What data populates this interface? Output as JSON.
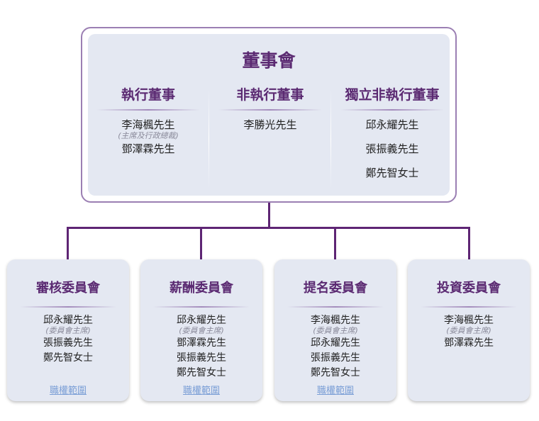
{
  "board": {
    "title": "董事會",
    "columns": [
      {
        "heading": "執行董事",
        "members": [
          {
            "name": "李海楓先生",
            "role": "(主席及行政總裁)"
          },
          {
            "name": "鄧澤霖先生",
            "role": ""
          }
        ]
      },
      {
        "heading": "非執行董事",
        "members": [
          {
            "name": "李勝光先生",
            "role": ""
          }
        ]
      },
      {
        "heading": "獨立非執行董事",
        "members": [
          {
            "name": "邱永耀先生",
            "role": ""
          },
          {
            "name": "張振義先生",
            "role": ""
          },
          {
            "name": "鄭先智女士",
            "role": ""
          }
        ]
      }
    ]
  },
  "committees": [
    {
      "title": "審核委員會",
      "members": [
        {
          "name": "邱永耀先生",
          "role": "(委員會主席)"
        },
        {
          "name": "張振義先生",
          "role": ""
        },
        {
          "name": "鄭先智女士",
          "role": ""
        }
      ],
      "terms_link": "職權範圍"
    },
    {
      "title": "薪酬委員會",
      "members": [
        {
          "name": "邱永耀先生",
          "role": "(委員會主席)"
        },
        {
          "name": "鄧澤霖先生",
          "role": ""
        },
        {
          "name": "張振義先生",
          "role": ""
        },
        {
          "name": "鄭先智女士",
          "role": ""
        }
      ],
      "terms_link": "職權範圍"
    },
    {
      "title": "提名委員會",
      "members": [
        {
          "name": "李海楓先生",
          "role": "(委員會主席)"
        },
        {
          "name": "邱永耀先生",
          "role": ""
        },
        {
          "name": "張振義先生",
          "role": ""
        },
        {
          "name": "鄭先智女士",
          "role": ""
        }
      ],
      "terms_link": "職權範圍"
    },
    {
      "title": "投資委員會",
      "members": [
        {
          "name": "李海楓先生",
          "role": "(委員會主席)"
        },
        {
          "name": "鄧澤霖先生",
          "role": ""
        }
      ],
      "terms_link": ""
    }
  ],
  "colors": {
    "heading": "#5b2a72",
    "connector": "#5e2574",
    "panel": "#e4e8f2",
    "link": "#7a9ed6"
  }
}
